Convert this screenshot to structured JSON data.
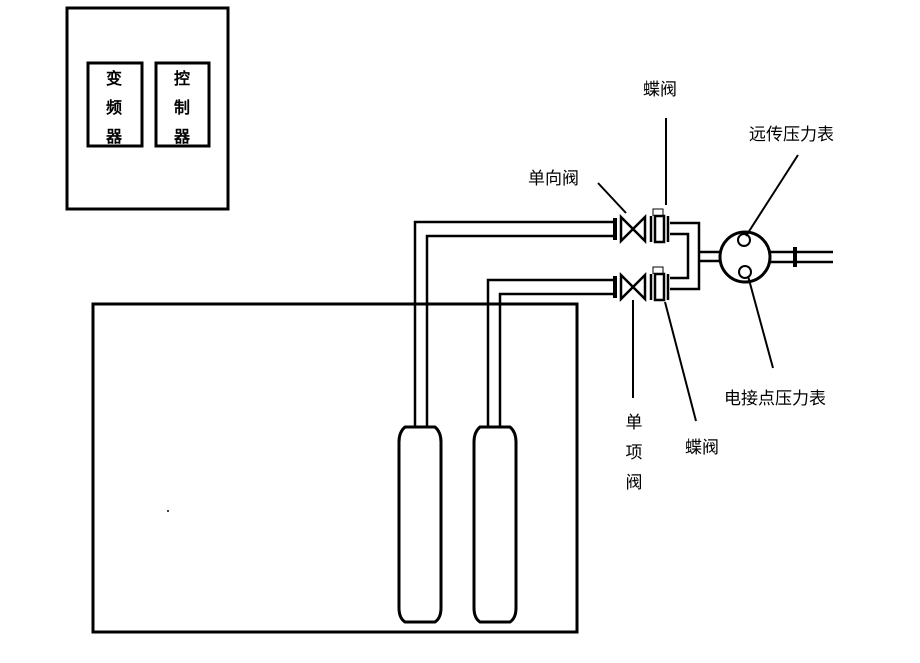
{
  "control_cabinet": {
    "vfd_label": "变\n频\n器",
    "controller_label": "控\n制\n器"
  },
  "labels": {
    "butterfly_valve_top": "蝶阀",
    "check_valve_top": "单向阀",
    "remote_gauge": "远传压力表",
    "contact_gauge": "电接点压力表",
    "check_valve_bottom": "单\n项\n阀",
    "butterfly_valve_bottom": "蝶阀"
  }
}
